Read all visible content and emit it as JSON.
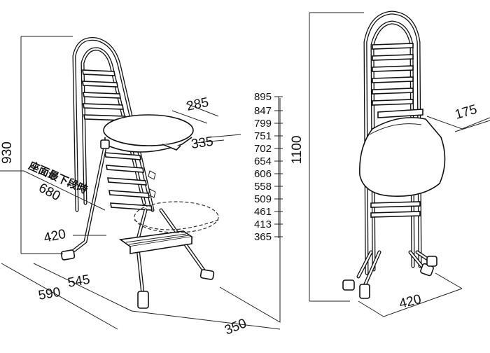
{
  "left_view": {
    "height_dim": "930",
    "seat_width_dim": "285",
    "seat_depth_dim": "335",
    "seat_lowest_label": "座面最下段時",
    "lowest_depth_dim": "680",
    "seat_lowest_width_dim": "420",
    "base_depth_dim": "545",
    "base_width_dim": "590",
    "footprint_dim": "350",
    "seat_heights": [
      "895",
      "847",
      "799",
      "751",
      "702",
      "654",
      "606",
      "558",
      "509",
      "461",
      "413",
      "365"
    ]
  },
  "right_view": {
    "folded_height_dim": "1100",
    "folded_depth_dim": "175",
    "folded_width_dim": "420"
  }
}
